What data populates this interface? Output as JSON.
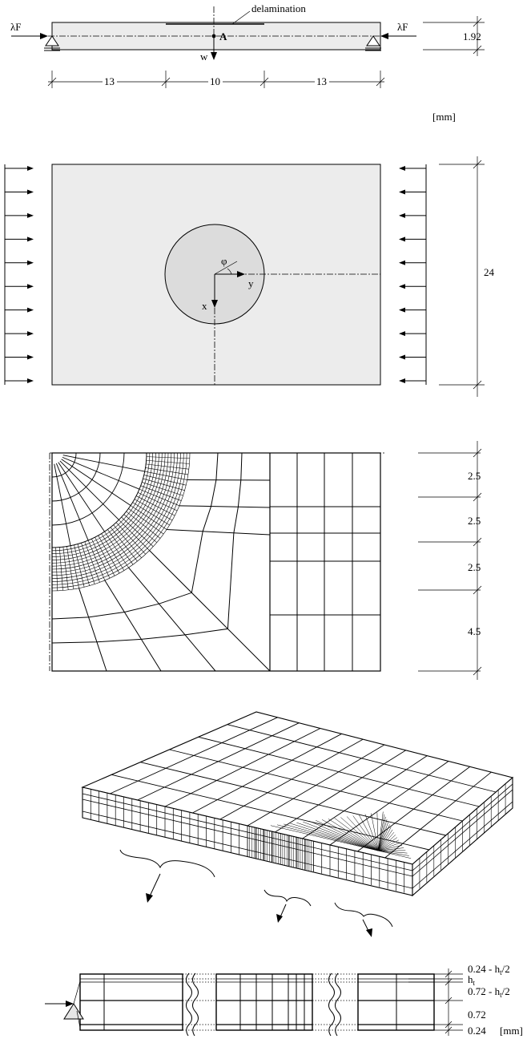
{
  "top_beam": {
    "delamination_label": "delamination",
    "force_left": "λF",
    "force_right": "λF",
    "point_label": "A",
    "w_label": "w",
    "thickness": "1.92",
    "dim_left": "13",
    "dim_mid": "10",
    "dim_right": "13",
    "units": "[mm]"
  },
  "plate_view": {
    "phi_label": "φ",
    "y_label": "y",
    "x_label": "x",
    "height_dim": "24",
    "left_arrow_count": 10,
    "right_arrow_count": 10
  },
  "mesh_2d": {
    "dims": [
      "2.5",
      "2.5",
      "2.5",
      "4.5"
    ]
  },
  "cross_section": {
    "labels": [
      "0.24 - h",
      "h",
      "0.72 - h",
      "0.72",
      "0.24"
    ],
    "subscript": "t",
    "suffix_half": "/2",
    "units": "[mm]"
  },
  "colors": {
    "plate_fill": "#ececec",
    "hole_fill": "#dcdcdc",
    "line": "#000000"
  }
}
